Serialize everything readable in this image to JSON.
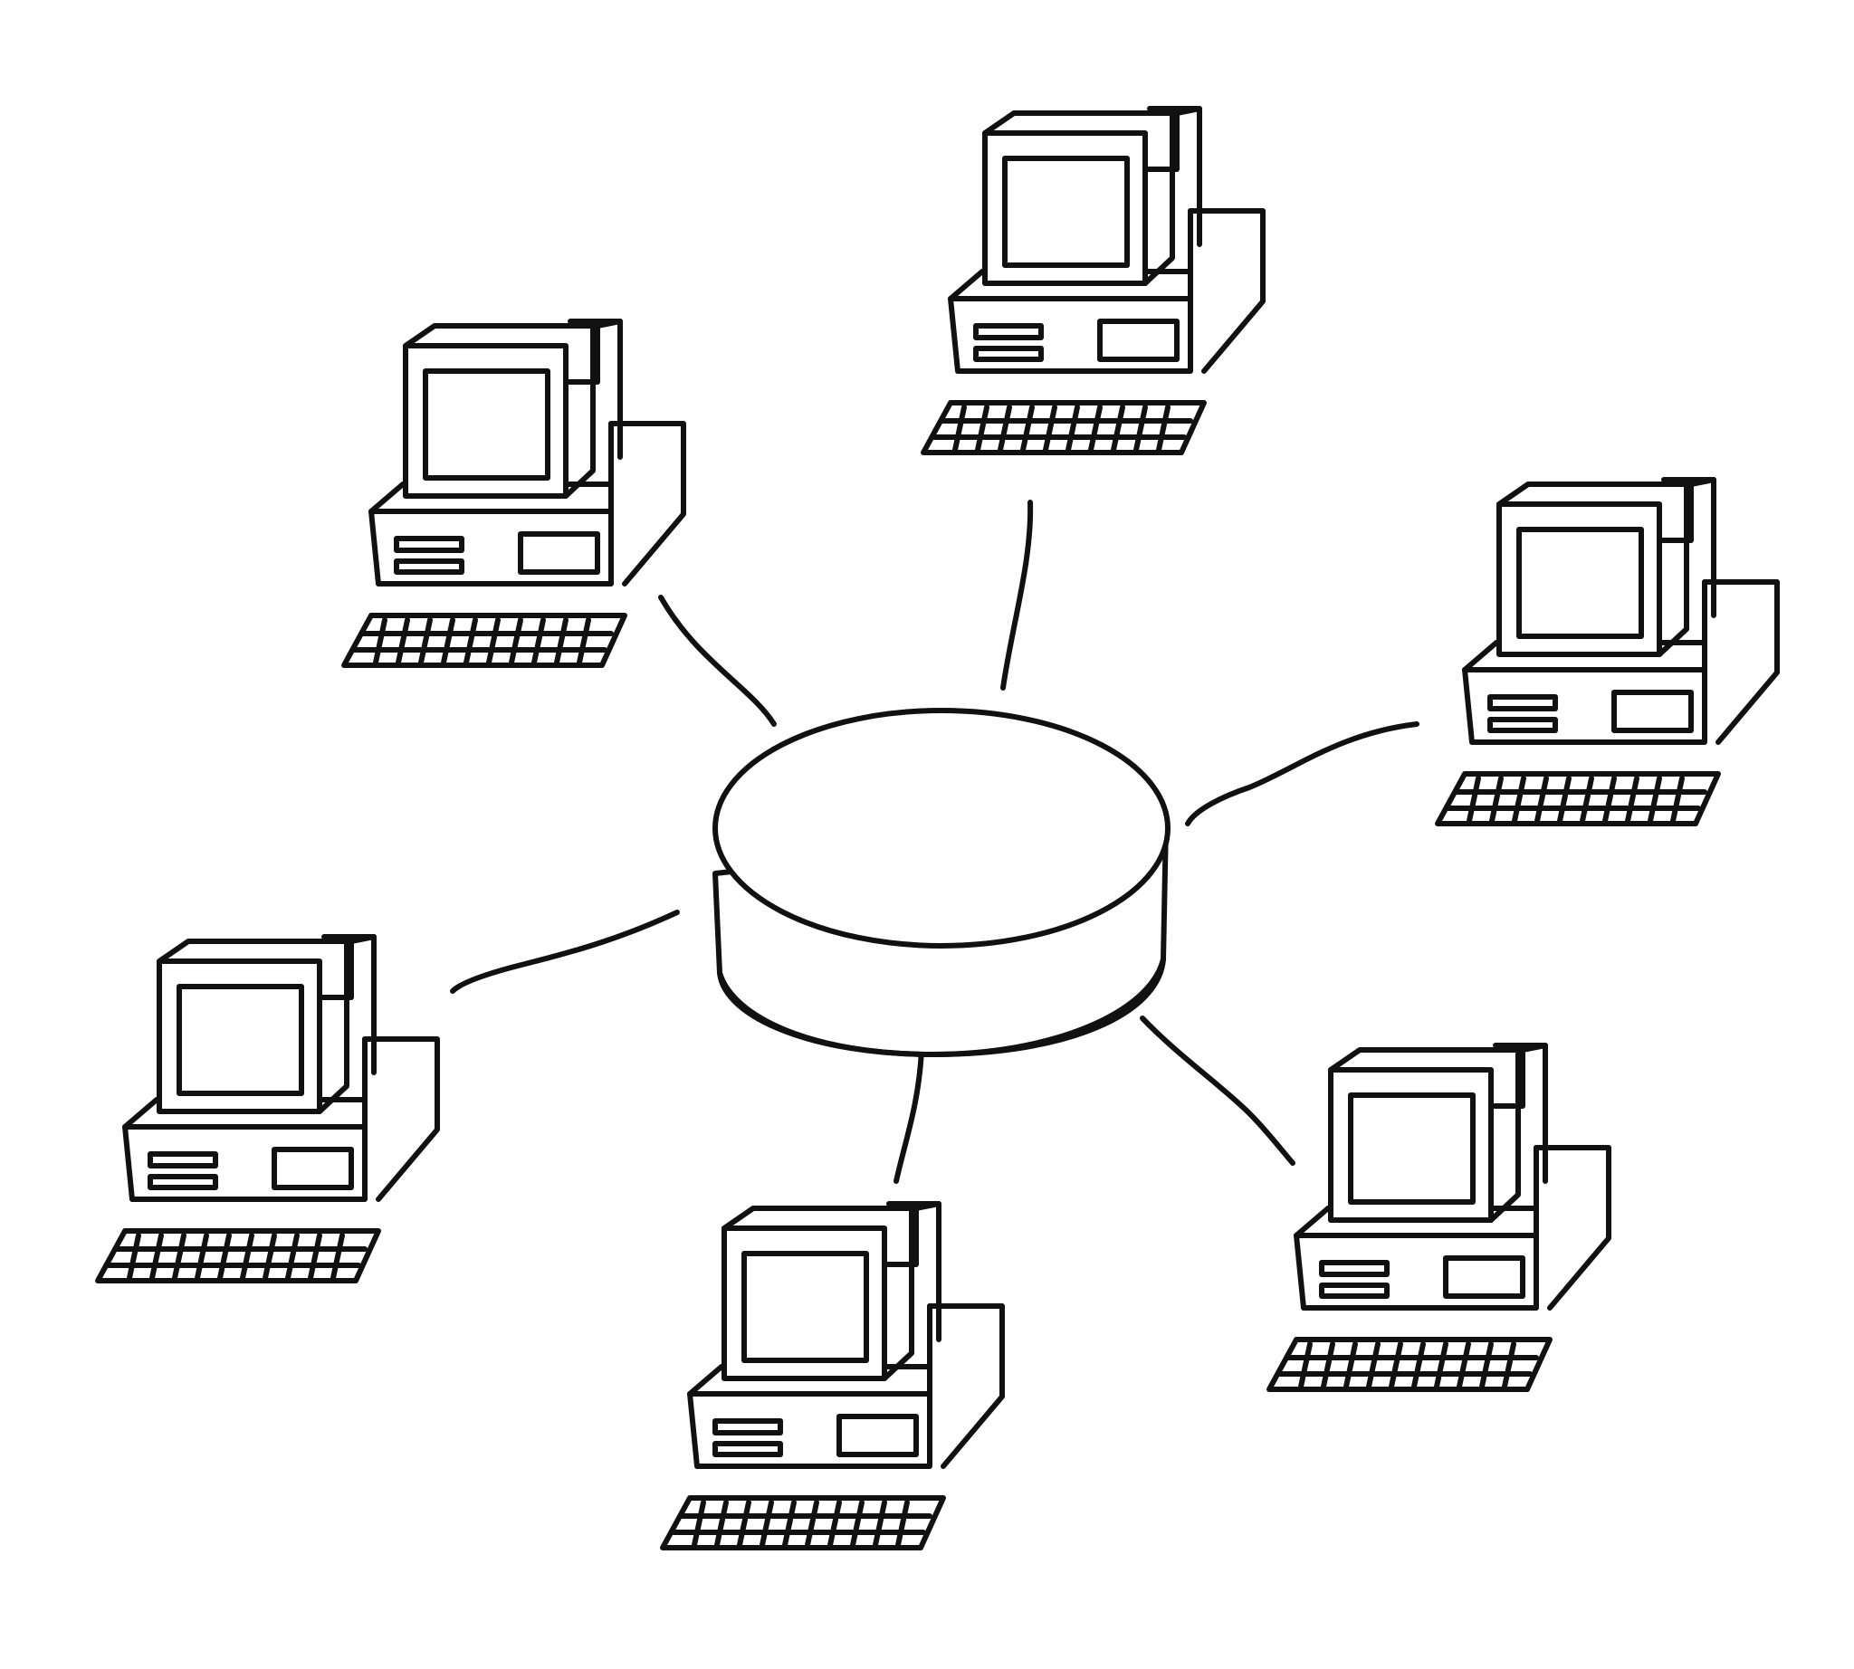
{
  "diagram": {
    "type": "star-network",
    "hub": {
      "shape": "cylinder",
      "icon": "database-cylinder-icon"
    },
    "nodes": [
      {
        "id": "computer-top-left",
        "icon": "desktop-computer-icon"
      },
      {
        "id": "computer-top",
        "icon": "desktop-computer-icon"
      },
      {
        "id": "computer-right",
        "icon": "desktop-computer-icon"
      },
      {
        "id": "computer-bottom-right",
        "icon": "desktop-computer-icon"
      },
      {
        "id": "computer-bottom",
        "icon": "desktop-computer-icon"
      },
      {
        "id": "computer-left",
        "icon": "desktop-computer-icon"
      }
    ],
    "colors": {
      "ink": "#111111",
      "background": "#ffffff"
    }
  }
}
